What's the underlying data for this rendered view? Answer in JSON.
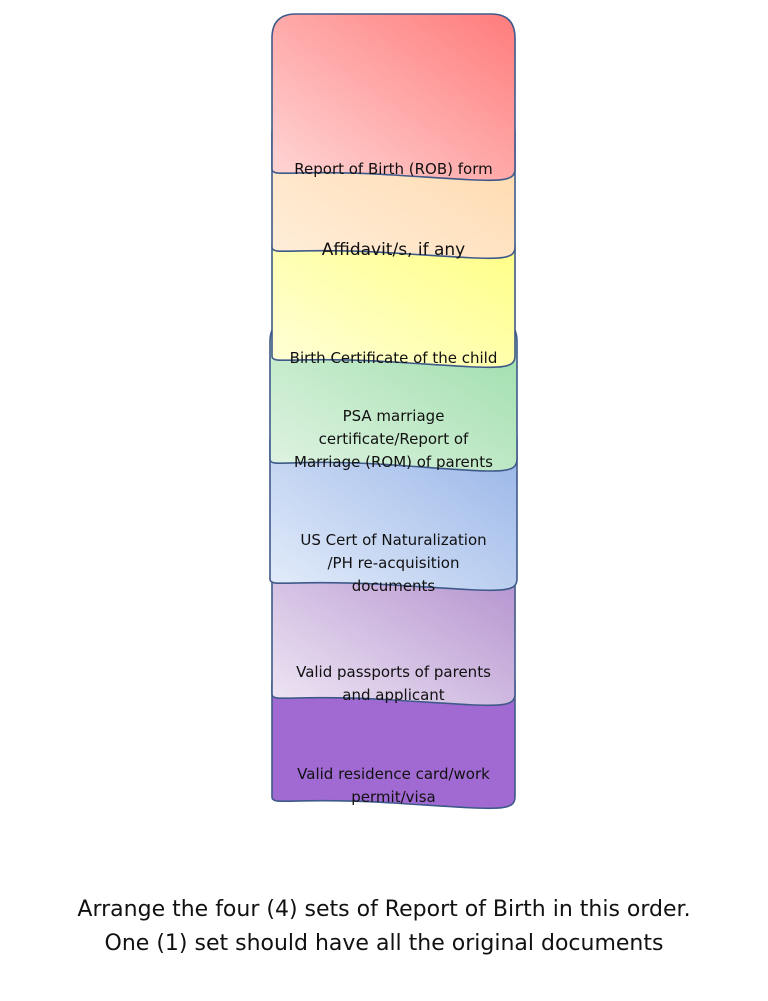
{
  "documents": [
    {
      "label": "Report of Birth (ROB) form",
      "color_top": "#ff7b7b",
      "color_bottom": "#ffd6d6"
    },
    {
      "label": "Affidavit/s, if any",
      "color_top": "#ffd7a8",
      "color_bottom": "#ffeeda"
    },
    {
      "label": "Birth Certificate of the child",
      "color_top": "#ffff80",
      "color_bottom": "#ffffd8"
    },
    {
      "label": "PSA marriage\ncertificate/Report of\nMarriage (ROM) of parents",
      "color_top": "#9bdda8",
      "color_bottom": "#dff3e2"
    },
    {
      "label": "US Cert of Naturalization\n/PH re-acquisition\ndocuments",
      "color_top": "#93b1e6",
      "color_bottom": "#e3ecfa"
    },
    {
      "label": "Valid passports of parents\nand applicant",
      "color_top": "#b08ccc",
      "color_bottom": "#eee6f4"
    },
    {
      "label": "Valid residence card/work\npermit/visa",
      "color_top": "#a06ad2",
      "color_bottom": "#a06ad2"
    }
  ],
  "border_color": "#3f5a8a",
  "caption": {
    "line1": "Arrange the four (4) sets of Report of Birth in this order.",
    "line2": "One (1) set should have all the original documents"
  }
}
